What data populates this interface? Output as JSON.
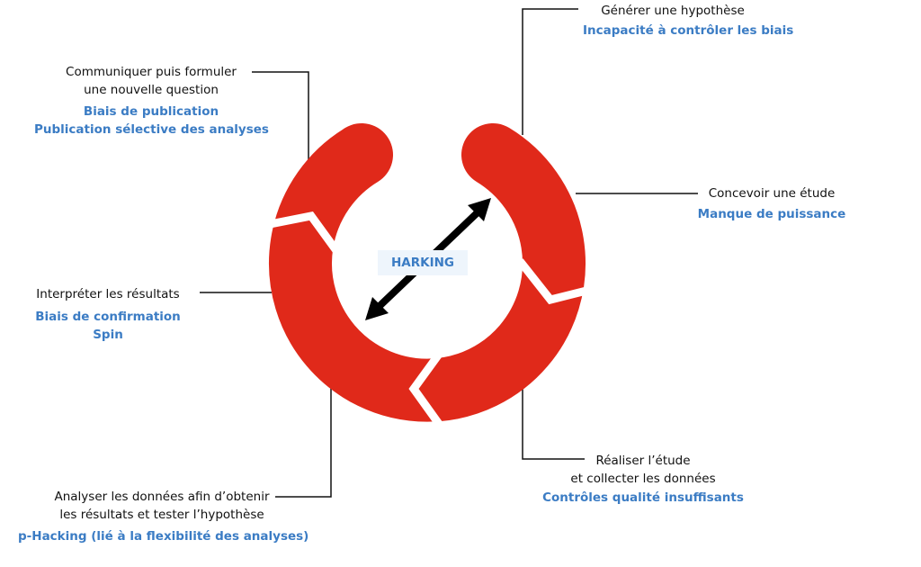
{
  "colors": {
    "ring": "#e0291a",
    "accent": "#3b7cc4",
    "connector": "#111111"
  },
  "center_label": "HARKING",
  "stages": [
    {
      "title": [
        "Générer une hypothèse"
      ],
      "biases": [
        "Incapacité à contrôler les biais"
      ]
    },
    {
      "title": [
        "Concevoir une étude"
      ],
      "biases": [
        "Manque de puissance"
      ]
    },
    {
      "title": [
        "Réaliser l’étude",
        "et collecter les données"
      ],
      "biases": [
        "Contrôles qualité insuffisants"
      ]
    },
    {
      "title": [
        "Analyser les données afin d’obtenir",
        "les résultats et tester l’hypothèse"
      ],
      "biases": [
        "p-Hacking (lié à la flexibilité des analyses)"
      ]
    },
    {
      "title": [
        "Interpréter les résultats"
      ],
      "biases": [
        "Biais de confirmation",
        "Spin"
      ]
    },
    {
      "title": [
        "Communiquer puis formuler",
        "une nouvelle question"
      ],
      "biases": [
        "Biais de publication",
        "Publication sélective des analyses"
      ]
    }
  ]
}
